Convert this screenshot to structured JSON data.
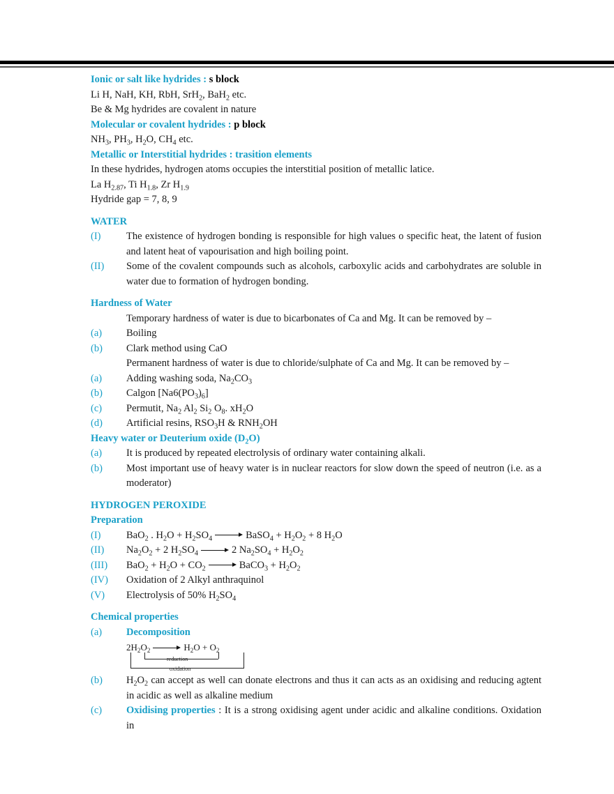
{
  "header": {
    "rule": "double-line"
  },
  "hydrides": {
    "ionic": {
      "heading": "Ionic or salt like hydrides : ",
      "block": "s block",
      "examples": [
        [
          "Li H, NaH, KH, RbH, SrH"
        ],
        [
          "2",
          "sub"
        ],
        [
          ", BaH"
        ],
        [
          "2",
          "sub"
        ],
        [
          " etc."
        ]
      ],
      "note": "Be & Mg hydrides are covalent in nature"
    },
    "molecular": {
      "heading": "Molecular or covalent hydrides : ",
      "block": "p block",
      "examples": [
        [
          "NH"
        ],
        [
          "3",
          "sub"
        ],
        [
          ", PH"
        ],
        [
          "3",
          "sub"
        ],
        [
          ", H"
        ],
        [
          "2",
          "sub"
        ],
        [
          "O, CH"
        ],
        [
          "4",
          "sub"
        ],
        [
          " etc."
        ]
      ]
    },
    "metallic": {
      "heading": "Metallic or Interstitial hydrides : trasition elements",
      "note": "In these hydrides, hydrogen atoms occupies the interstitial position of metallic latice.",
      "examples": [
        [
          "La H"
        ],
        [
          "2.87",
          "sub"
        ],
        [
          ", Ti H"
        ],
        [
          "1.8",
          "sub"
        ],
        [
          ", Zr H"
        ],
        [
          "1.9",
          "sub"
        ]
      ],
      "gap": "Hydride gap = 7, 8, 9"
    }
  },
  "water": {
    "heading": "WATER",
    "items": [
      {
        "num": "(I)",
        "text": [
          [
            "The existence of hydrogen bonding is responsible for high values o specific heat, the latent of fusion and latent heat of vapourisation and high boiling point."
          ]
        ]
      },
      {
        "num": "(II)",
        "text": [
          [
            "Some of the covalent compounds such as alcohols, carboxylic acids and carbohydrates are soluble in water due to formation of hydrogen bonding."
          ]
        ]
      }
    ]
  },
  "hardness": {
    "heading": "Hardness of Water",
    "temporary": "Temporary hardness of water is due to bicarbonates of Ca and Mg. It can be removed by –",
    "temporary_items": [
      {
        "num": "(a)",
        "text": [
          [
            "Boiling"
          ]
        ]
      },
      {
        "num": "(b)",
        "text": [
          [
            "Clark method using CaO"
          ]
        ]
      }
    ],
    "permanent": "Permanent hardness of water is due to chloride/sulphate of Ca and Mg. It can be removed by –",
    "permanent_items": [
      {
        "num": "(a)",
        "text": [
          [
            "Adding washing soda, Na"
          ],
          [
            "2",
            "sub"
          ],
          [
            "CO"
          ],
          [
            "3",
            "sub"
          ]
        ]
      },
      {
        "num": "(b)",
        "text": [
          [
            "Calgon [Na6(PO"
          ],
          [
            "3",
            "sub"
          ],
          [
            ")"
          ],
          [
            "6",
            "sub"
          ],
          [
            "]"
          ]
        ]
      },
      {
        "num": "(c)",
        "text": [
          [
            "Permutit, Na"
          ],
          [
            "2",
            "sub"
          ],
          [
            " Al"
          ],
          [
            "2",
            "sub"
          ],
          [
            " Si"
          ],
          [
            "2",
            "sub"
          ],
          [
            " O"
          ],
          [
            "8",
            "sub"
          ],
          [
            ". xH"
          ],
          [
            "2",
            "sub"
          ],
          [
            "O"
          ]
        ]
      },
      {
        "num": "(d)",
        "text": [
          [
            "Artificial resins, RSO"
          ],
          [
            "3",
            "sub"
          ],
          [
            "H & RNH"
          ],
          [
            "2",
            "sub"
          ],
          [
            "OH"
          ]
        ]
      }
    ]
  },
  "heavy_water": {
    "heading": [
      [
        "Heavy water or Deuterium oxide (D"
      ],
      [
        "2",
        "sub"
      ],
      [
        "O)"
      ]
    ],
    "items": [
      {
        "num": "(a)",
        "text": [
          [
            "It is produced by repeated electrolysis of ordinary water containing alkali."
          ]
        ]
      },
      {
        "num": "(b)",
        "text": [
          [
            "Most important use of heavy water is in nuclear reactors for slow down the speed of neutron (i.e. as a moderator)"
          ]
        ]
      }
    ]
  },
  "peroxide": {
    "heading": "HYDROGEN PEROXIDE",
    "preparation_heading": "Preparation",
    "preparation": [
      {
        "num": "(I)",
        "text": [
          [
            "BaO"
          ],
          [
            "2",
            "sub"
          ],
          [
            " .  H"
          ],
          [
            "2",
            "sub"
          ],
          [
            "O + H"
          ],
          [
            "2",
            "sub"
          ],
          [
            "SO"
          ],
          [
            "4",
            "sub"
          ],
          [
            "",
            "arrow"
          ],
          [
            "BaSO"
          ],
          [
            "4",
            "sub"
          ],
          [
            " + H"
          ],
          [
            "2",
            "sub"
          ],
          [
            "O"
          ],
          [
            "2",
            "sub"
          ],
          [
            " + 8 H"
          ],
          [
            "2",
            "sub"
          ],
          [
            "O"
          ]
        ]
      },
      {
        "num": "(II)",
        "text": [
          [
            "Na"
          ],
          [
            "2",
            "sub"
          ],
          [
            "O"
          ],
          [
            "2",
            "sub"
          ],
          [
            " + 2 H"
          ],
          [
            "2",
            "sub"
          ],
          [
            "SO"
          ],
          [
            "4",
            "sub"
          ],
          [
            "",
            "arrow"
          ],
          [
            "2 Na"
          ],
          [
            "2",
            "sub"
          ],
          [
            "SO"
          ],
          [
            "4",
            "sub"
          ],
          [
            " + H"
          ],
          [
            "2",
            "sub"
          ],
          [
            "O"
          ],
          [
            "2",
            "sub"
          ]
        ]
      },
      {
        "num": "(III)",
        "text": [
          [
            "BaO"
          ],
          [
            "2",
            "sub"
          ],
          [
            " + H"
          ],
          [
            "2",
            "sub"
          ],
          [
            "O + CO"
          ],
          [
            "2",
            "sub"
          ],
          [
            "",
            "arrow"
          ],
          [
            "BaCO"
          ],
          [
            "3",
            "sub"
          ],
          [
            " + H"
          ],
          [
            "2",
            "sub"
          ],
          [
            "O"
          ],
          [
            "2",
            "sub"
          ]
        ]
      },
      {
        "num": "(IV)",
        "text": [
          [
            "Oxidation of 2 Alkyl anthraquinol"
          ]
        ]
      },
      {
        "num": "(V)",
        "text": [
          [
            "Electrolysis of 50% H"
          ],
          [
            "2",
            "sub"
          ],
          [
            "SO"
          ],
          [
            "4",
            "sub"
          ]
        ]
      }
    ],
    "chemical_heading": "Chemical properties",
    "decomposition": {
      "num": "(a)",
      "label": "Decomposition",
      "equation": [
        [
          "2H"
        ],
        [
          "2",
          "sub"
        ],
        [
          "O"
        ],
        [
          "2",
          "sub"
        ],
        [
          "",
          "arrow"
        ],
        [
          "H"
        ],
        [
          "2",
          "sub"
        ],
        [
          "O + O"
        ],
        [
          "2",
          "sub"
        ]
      ],
      "reduction_label": "reduction",
      "oxidation_label": "oxidation"
    },
    "items": [
      {
        "num": "(b)",
        "text": [
          [
            "H"
          ],
          [
            "2",
            "sub"
          ],
          [
            "O"
          ],
          [
            "2",
            "sub"
          ],
          [
            " can accept as well can donate electrons and thus it can acts as an oxidising and reducing agtent in acidic as well as alkaline medium"
          ]
        ]
      },
      {
        "num": "(c)",
        "text": [
          [
            "Oxidising properties",
            "hl"
          ],
          [
            " : It is a strong oxidising agent under acidic and alkaline conditions. Oxidation in"
          ]
        ]
      }
    ]
  },
  "colors": {
    "accent": "#1aa0c8",
    "text": "#1a1a1a"
  }
}
